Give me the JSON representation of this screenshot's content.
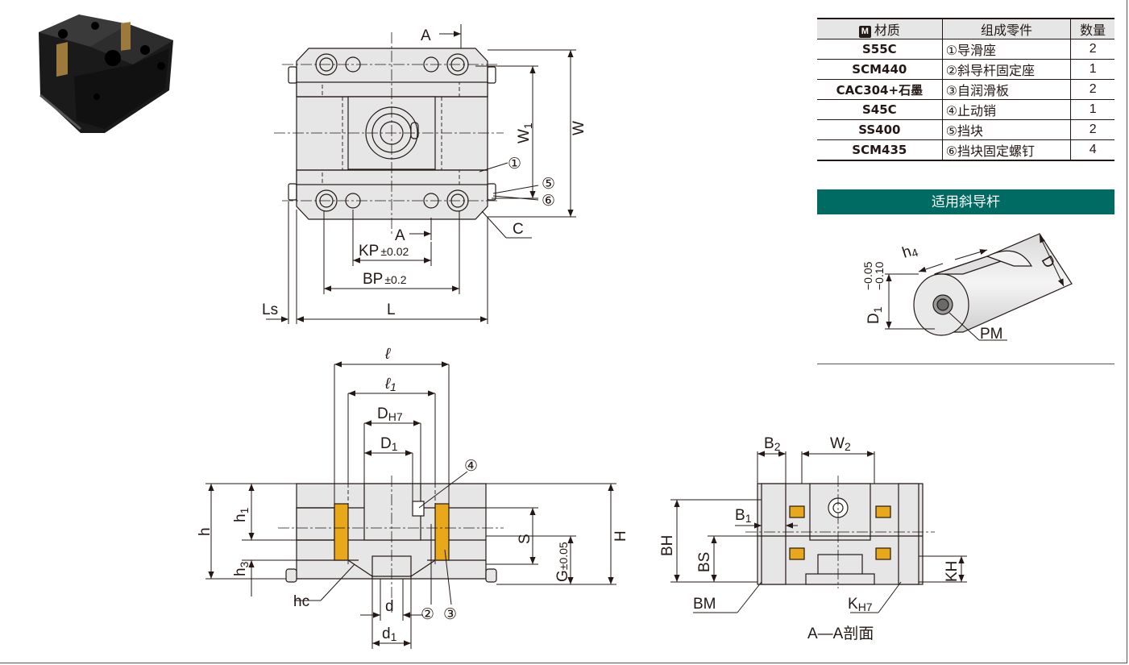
{
  "material_table": {
    "header": {
      "badge": "M",
      "material": "材质",
      "parts": "组成零件",
      "quantity": "数量"
    },
    "rows": [
      {
        "material": "S55C",
        "part": "①导滑座",
        "qty": "2"
      },
      {
        "material": "SCM440",
        "part": "②斜导杆固定座",
        "qty": "1"
      },
      {
        "material": "CAC304+石墨",
        "part": "③自润滑板",
        "qty": "2"
      },
      {
        "material": "S45C",
        "part": "④止动销",
        "qty": "1"
      },
      {
        "material": "SS400",
        "part": "⑤挡块",
        "qty": "2"
      },
      {
        "material": "SCM435",
        "part": "⑥挡块固定螺钉",
        "qty": "4"
      }
    ]
  },
  "rod_section": {
    "title": "适用斜导杆",
    "labels": {
      "h4": "h",
      "h4_sub": "4",
      "D": "D",
      "PM": "PM",
      "D1": "D",
      "D1_sub": "1",
      "tol_upper": "−0.05",
      "tol_lower": "−0.10"
    }
  },
  "top_view": {
    "labels": {
      "A_top": "A",
      "A_bottom": "A",
      "W": "W",
      "W1": "W",
      "W1_sub": "1",
      "KP": "KP",
      "KP_tol": "±0.02",
      "BP": "BP",
      "BP_tol": "±0.2",
      "L": "L",
      "Ls": "Ls",
      "C": "C",
      "callout_1": "①",
      "callout_5": "⑤",
      "callout_6": "⑥"
    }
  },
  "front_view": {
    "labels": {
      "l": "ℓ",
      "l1": "ℓ",
      "l1_sub": "1",
      "DH7": "D",
      "DH7_sub": "H7",
      "D1": "D",
      "D1_sub": "1",
      "h": "h",
      "h1": "h",
      "h1_sub": "1",
      "h3": "h",
      "h3_sub": "3",
      "hc": "hc",
      "S": "S",
      "G": "G",
      "G_tol": "±0.05",
      "H": "H",
      "d": "d",
      "d1": "d",
      "d1_sub": "1",
      "callout_2": "②",
      "callout_3": "③",
      "callout_4": "④"
    }
  },
  "section_view": {
    "title": "A—A剖面",
    "labels": {
      "B2": "B",
      "B2_sub": "2",
      "W2": "W",
      "W2_sub": "2",
      "B1": "B",
      "B1_sub": "1",
      "BH": "BH",
      "BS": "BS",
      "BM": "BM",
      "KH": "KH",
      "KH7": "K",
      "KH7_sub": "H7"
    }
  },
  "colors": {
    "accent": "#006b63",
    "lubricant_plate": "#e8a81a",
    "body_fill": "#e6e6e6",
    "line": "#231815"
  }
}
